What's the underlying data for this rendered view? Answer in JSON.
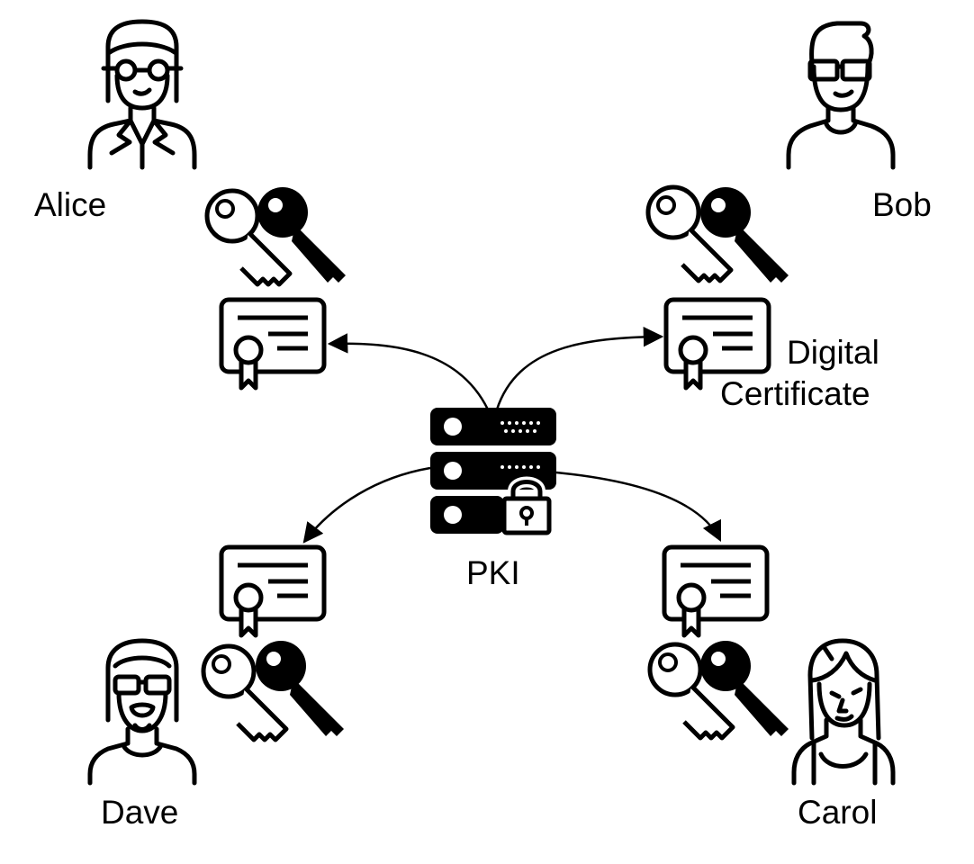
{
  "people": [
    {
      "name": "Alice"
    },
    {
      "name": "Bob"
    },
    {
      "name": "Dave"
    },
    {
      "name": "Carol"
    }
  ],
  "center": {
    "label": "PKI"
  },
  "certificate": {
    "line1": "Digital",
    "line2": "Certificate"
  },
  "colors": {
    "ink": "#000000",
    "background": "#ffffff"
  },
  "icons": [
    "woman-glasses-icon",
    "man-glasses-icon",
    "man-beard-icon",
    "woman-long-hair-icon",
    "key-pair-icon",
    "certificate-icon",
    "server-lock-icon"
  ]
}
